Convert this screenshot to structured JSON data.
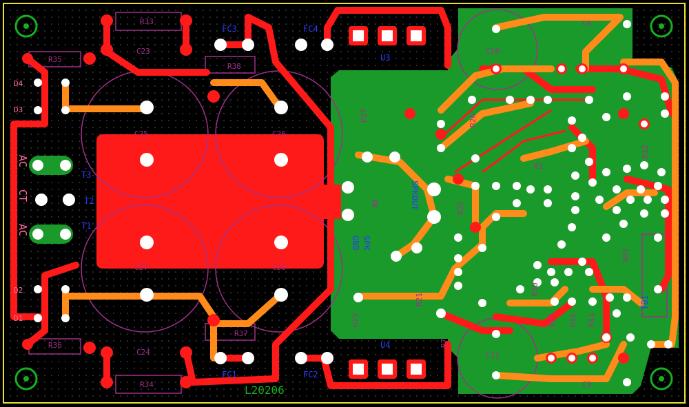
{
  "colors": {
    "background": "#000000",
    "top_copper": "#ff1a1a",
    "bottom_copper": "#ff8c1a",
    "ground_pour": "#1a9a2a",
    "silk_blue": "#2a3cff",
    "silk_magenta": "#a0308a",
    "silk_pink": "#ff6aa0",
    "outline": "#f0e030",
    "mount_hole": "#15b020",
    "pad_white": "#ffffff"
  },
  "board_id": "L20206",
  "connector_labels": {
    "ac_top": "AC",
    "ct": "CT",
    "ac_bottom": "AC",
    "t3": "T3",
    "t2": "T2",
    "t1": "T1"
  },
  "output_labels": {
    "spkout": "SPKOUT",
    "gnd": "GND",
    "spk": "SPK",
    "rf": "RF",
    "p27": "P27"
  },
  "designators": {
    "r33": "R33",
    "r34": "R34",
    "r35": "R35",
    "r36": "R36",
    "r37": "R37",
    "r38": "R38",
    "c23": "C23",
    "c24": "C24",
    "c25": "C25",
    "c26": "C26",
    "c27": "C27",
    "c28": "C28",
    "fc1": "FC1",
    "fc2": "FC2",
    "fc3": "FC3",
    "fc4": "FC4",
    "u3": "U3",
    "u4": "U4",
    "c8": "C8",
    "c9": "C9",
    "c10": "C10",
    "c11": "C11",
    "r7": "R7",
    "r10": "R10",
    "r11": "R11",
    "r12": "R12",
    "r15": "R15",
    "r17": "R17",
    "r21": "R21",
    "r23": "R23",
    "r25": "R25",
    "r26": "R26",
    "tb1": "TB1",
    "rp1": "RP1",
    "k1": "K1",
    "d1": "D1",
    "d2": "D2",
    "d3": "D3",
    "d4": "D4"
  }
}
